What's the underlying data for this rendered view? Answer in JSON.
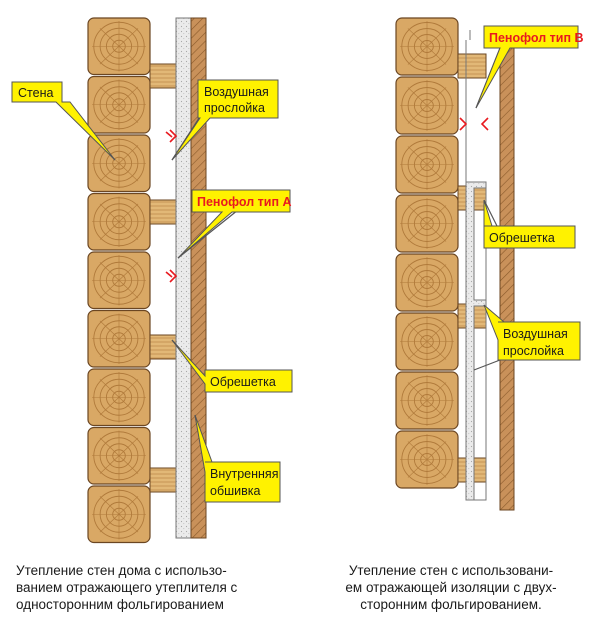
{
  "left_diagram": {
    "labels": {
      "wall": "Стена",
      "air_gap": [
        "Воздушная",
        "прослойка"
      ],
      "penofol": "Пенофол тип А",
      "batten": "Обрешетка",
      "inner_lining": [
        "Внутренняя",
        "обшивка"
      ]
    },
    "caption": "Утепление стен дома  с использо-\nванием отражающего утеплителя с\nодносторонним фольгированием"
  },
  "right_diagram": {
    "labels": {
      "penofol": "Пенофол тип В",
      "batten": "Обрешетка",
      "air_gap": [
        "Воздушная",
        "прослойка"
      ]
    },
    "caption": "Утепление стен с использовани-\nем отражающей изоляции с двух-\nсторонним фольгированием."
  },
  "colors": {
    "label_fill": "#fff200",
    "label_text": "#1a1a1a",
    "label_text_accent": "#e8191f",
    "log_wood": "#d9a865",
    "log_ring": "#b07a3b",
    "gap_fill": "#ffffff",
    "foam_fill": "#e7e7e7",
    "lining_fill": "#c9915a"
  }
}
